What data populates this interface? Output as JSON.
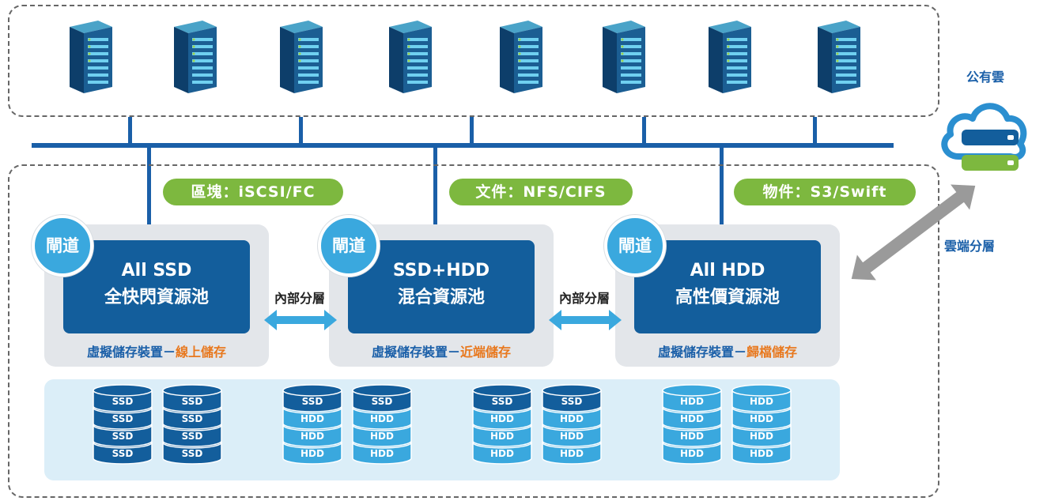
{
  "cloud": {
    "label": "公有雲",
    "tier_label": "雲端分層"
  },
  "protocols": [
    {
      "label": "區塊：iSCSI/FC"
    },
    {
      "label": "文件：NFS/CIFS"
    },
    {
      "label": "物件：S3/Swift"
    }
  ],
  "pools": [
    {
      "gateway": "閘道",
      "line1": "All SSD",
      "line2": "全快閃資源池",
      "caption_prefix": "虛擬儲存裝置－",
      "caption_highlight": "線上儲存"
    },
    {
      "gateway": "閘道",
      "line1": "SSD+HDD",
      "line2": "混合資源池",
      "caption_prefix": "虛擬儲存裝置－",
      "caption_highlight": "近端儲存"
    },
    {
      "gateway": "閘道",
      "line1": "All HDD",
      "line2": "高性價資源池",
      "caption_prefix": "虛擬儲存裝置－",
      "caption_highlight": "歸檔儲存"
    }
  ],
  "internal_tier_label": "內部分層",
  "disk_stacks": [
    [
      "SSD",
      "SSD",
      "SSD",
      "SSD"
    ],
    [
      "SSD",
      "SSD",
      "SSD",
      "SSD"
    ],
    [
      "SSD",
      "HDD",
      "HDD",
      "HDD"
    ],
    [
      "SSD",
      "HDD",
      "HDD",
      "HDD"
    ],
    [
      "SSD",
      "HDD",
      "HDD",
      "HDD"
    ],
    [
      "SSD",
      "HDD",
      "HDD",
      "HDD"
    ],
    [
      "HDD",
      "HDD",
      "HDD",
      "HDD"
    ],
    [
      "HDD",
      "HDD",
      "HDD",
      "HDD"
    ]
  ],
  "colors": {
    "ssd_disk": "#135e9c",
    "hdd_disk": "#3aa8de",
    "accent_green": "#7db83f",
    "line_blue": "#1a5fa8",
    "highlight_orange": "#e8781e",
    "arrow_gray": "#9a9a9a",
    "arrow_cyan": "#3aa8de"
  }
}
